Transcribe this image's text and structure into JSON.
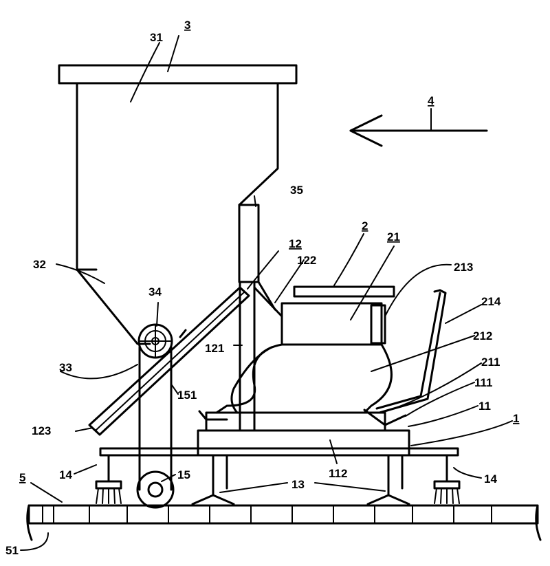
{
  "labels": {
    "n3": "3",
    "n31": "31",
    "n4": "4",
    "n35": "35",
    "n2": "2",
    "n21": "21",
    "n12": "12",
    "n122": "122",
    "n32": "32",
    "n213": "213",
    "n34": "34",
    "n214": "214",
    "n212": "212",
    "n121": "121",
    "n33": "33",
    "n211": "211",
    "n151": "151",
    "n111": "111",
    "n11": "11",
    "n1": "1",
    "n123": "123",
    "n112": "112",
    "n14a": "14",
    "n15": "15",
    "n14b": "14",
    "n5": "5",
    "n13": "13",
    "n51": "51"
  }
}
